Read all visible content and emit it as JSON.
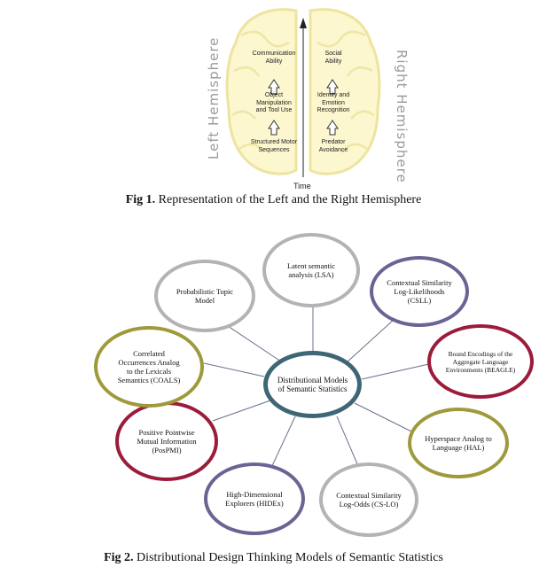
{
  "figure1": {
    "left_label": "Left Hemisphere",
    "right_label": "Right Hemisphere",
    "time_label": "Time",
    "left_boxes": [
      "Communication\nAbility",
      "Object\nManipulation\nand Tool Use",
      "Structured Motor\nSequences"
    ],
    "right_boxes": [
      "Social\nAbility",
      "Identity and\nEmotion\nRecognition",
      "Predator\nAvoidance"
    ],
    "caption_prefix": "Fig 1.",
    "caption_text": " Representation of the Left and the Right Hemisphere"
  },
  "figure2": {
    "center": "Distributional Models\nof Semantic Statistics",
    "nodes": [
      "Latent semantic\nanalysis (LSA)",
      "Contextual Similarity\nLog-Likelihoods\n(CSLL)",
      "Bound Encodings of the\nAggregate Language\nEnvironments (BEAGLE)",
      "Hyperspace Analog to\nLanguage (HAL)",
      "Contextual Similarity\nLog-Odds (CS-LO)",
      "High-Dimensional\nExplorers (HIDEx)",
      "Positive Pointwise\nMutual Information\n(PosPMI)",
      "Correlated\nOccurrences Analog\nto the Lexicals\nSemantics (COALS)",
      "Probabilistic Topic\nModel"
    ],
    "colors": {
      "gray": "#b3b3b3",
      "purple": "#6b6394",
      "crimson": "#9c1b3a",
      "olive": "#9e9a3c",
      "teal": "#3f6676"
    },
    "caption_prefix": "Fig 2.",
    "caption_text": " Distributional Design Thinking Models of Semantic Statistics"
  }
}
